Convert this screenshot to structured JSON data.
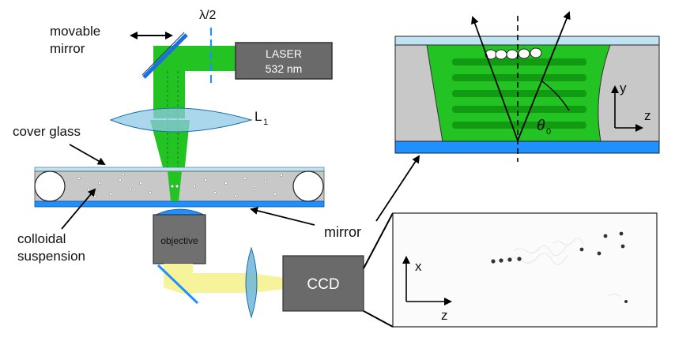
{
  "labels": {
    "movable_mirror_line1": "movable",
    "movable_mirror_line2": "mirror",
    "half_wave": "λ/2",
    "laser_line1": "LASER",
    "laser_line2": "532 nm",
    "lens": "L",
    "lens_sub": "1",
    "cover_glass": "cover glass",
    "colloidal_line1": "colloidal",
    "colloidal_line2": "suspension",
    "objective": "objective",
    "mirror": "mirror",
    "ccd": "CCD",
    "inset_y": "y",
    "inset_z": "z",
    "inset_theta": "θ",
    "inset_theta_sub": "0",
    "camera_x": "x",
    "camera_z": "z"
  },
  "colors": {
    "laser_green": "#22c322",
    "dark_green": "#139a13",
    "glass_blue": "#1e90ff",
    "light_blue": "#bfe3f2",
    "lens_blue": "#8ecae6",
    "sample_gray": "#c8c8c8",
    "device_gray": "#707070",
    "imaging_yellow": "#f6f39a"
  },
  "icons": [
    "laser-source",
    "movable-mirror",
    "half-wave-plate",
    "lens",
    "objective",
    "ccd-camera"
  ]
}
